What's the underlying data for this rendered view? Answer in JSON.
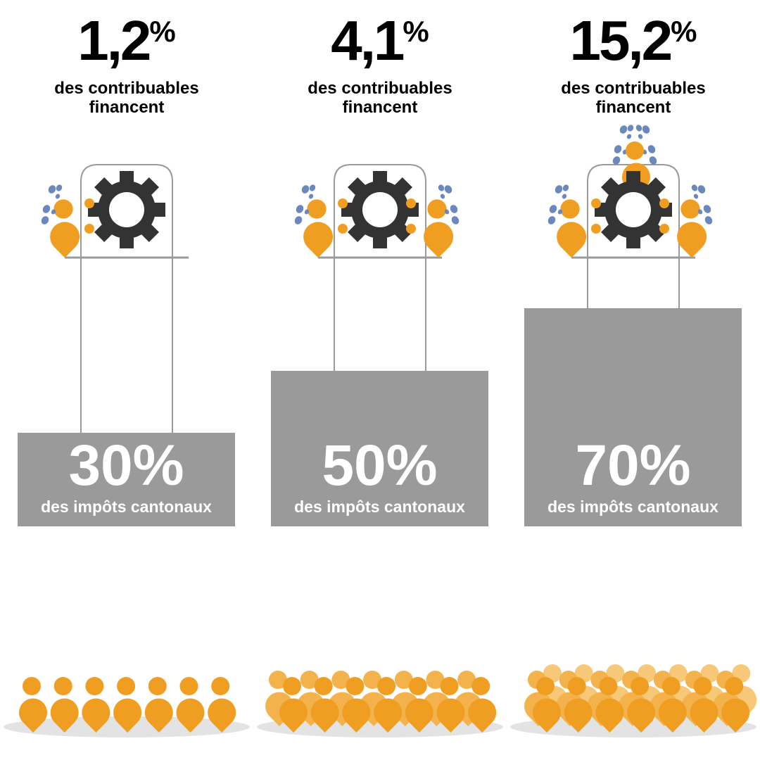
{
  "colors": {
    "orange": "#f09e22",
    "orange_mid": "#f4b24c",
    "orange_light": "#f7c878",
    "blue": "#6b88bd",
    "gear": "#333333",
    "box": "#9a9a9a",
    "line": "#9a9a9a",
    "shadow": "#e3e3e3"
  },
  "chart_data": {
    "type": "bar",
    "categories": [
      "1,2%",
      "4,1%",
      "15,2%"
    ],
    "series": [
      {
        "name": "des contribuables financent",
        "values": [
          1.2,
          4.1,
          15.2
        ]
      },
      {
        "name": "des impôts cantonaux",
        "values": [
          30,
          50,
          70
        ]
      }
    ],
    "columns": [
      {
        "taxpayers_value": "1,2",
        "taxpayers_unit": "%",
        "taxpayers_label": "des contribuables",
        "taxpayers_label2": "financent",
        "taxes_value": "30%",
        "taxes_label": "des impôts cantonaux",
        "taxes_pct": 30,
        "persons_at_gear": 1,
        "crowd_rows": 1
      },
      {
        "taxpayers_value": "4,1",
        "taxpayers_unit": "%",
        "taxpayers_label": "des contribuables",
        "taxpayers_label2": "financent",
        "taxes_value": "50%",
        "taxes_label": "des impôts cantonaux",
        "taxes_pct": 50,
        "persons_at_gear": 2,
        "crowd_rows": 2
      },
      {
        "taxpayers_value": "15,2",
        "taxpayers_unit": "%",
        "taxpayers_label": "des contribuables",
        "taxpayers_label2": "financent",
        "taxes_value": "70%",
        "taxes_label": "des impôts cantonaux",
        "taxes_pct": 70,
        "persons_at_gear": 3,
        "crowd_rows": 3
      }
    ]
  }
}
